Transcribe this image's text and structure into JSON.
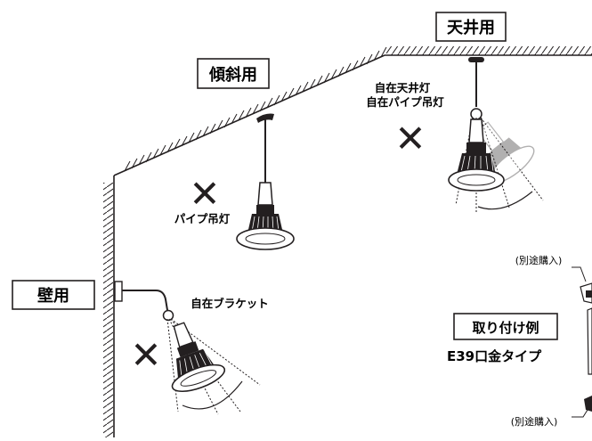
{
  "labels": {
    "ceiling": "天井用",
    "slope": "傾斜用",
    "wall": "壁用",
    "free_ceiling_line1": "自在天井灯",
    "free_ceiling_line2": "自在パイプ吊灯",
    "pipe_pendant": "パイプ吊灯",
    "free_bracket": "自在ブラケット",
    "sold_separately_1": "(別途購入)",
    "sold_separately_2": "(別途購入)",
    "example_title": "取り付け例",
    "example_type": "E39口金タイプ"
  },
  "marks": {
    "not_allowed": "✕"
  },
  "colors": {
    "line": "#231f20",
    "mark": "#231f20",
    "faded_lamp": "#b5b5b5"
  }
}
